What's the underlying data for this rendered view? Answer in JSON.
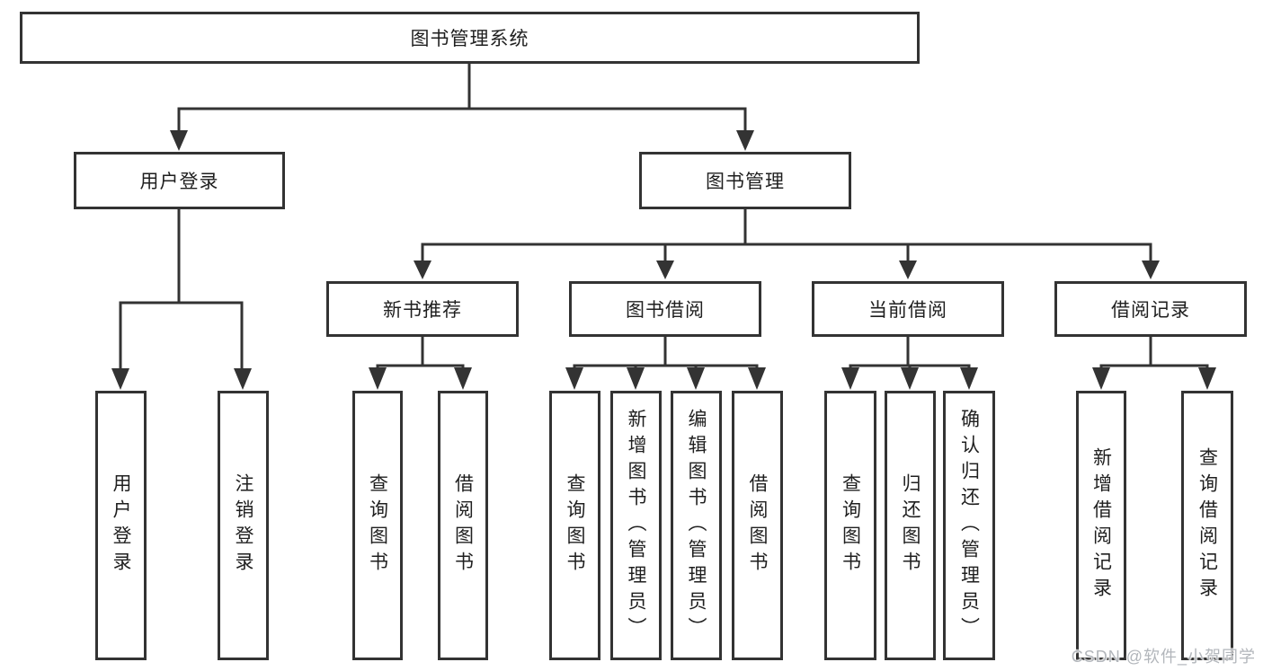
{
  "diagram": {
    "root": {
      "label": "图书管理系统"
    },
    "children": [
      {
        "label": "用户登录",
        "children": [
          {
            "label": "用户登录"
          },
          {
            "label": "注销登录"
          }
        ]
      },
      {
        "label": "图书管理",
        "children": [
          {
            "label": "新书推荐",
            "children": [
              {
                "label": "查询图书"
              },
              {
                "label": "借阅图书"
              }
            ]
          },
          {
            "label": "图书借阅",
            "children": [
              {
                "label": "查询图书"
              },
              {
                "label": "新增图书（管理员）"
              },
              {
                "label": "编辑图书（管理员）"
              },
              {
                "label": "借阅图书"
              }
            ]
          },
          {
            "label": "当前借阅",
            "children": [
              {
                "label": "查询图书"
              },
              {
                "label": "归还图书"
              },
              {
                "label": "确认归还（管理员）"
              }
            ]
          },
          {
            "label": "借阅记录",
            "children": [
              {
                "label": "新增借阅记录"
              },
              {
                "label": "查询借阅记录"
              }
            ]
          }
        ]
      }
    ]
  },
  "watermark": {
    "text": "CSDN @软件_小贺同学"
  },
  "colors": {
    "line": "#333333",
    "box_border": "#333333",
    "text": "#1f1f1f",
    "background": "#ffffff",
    "watermark": "#b2b6bb"
  }
}
